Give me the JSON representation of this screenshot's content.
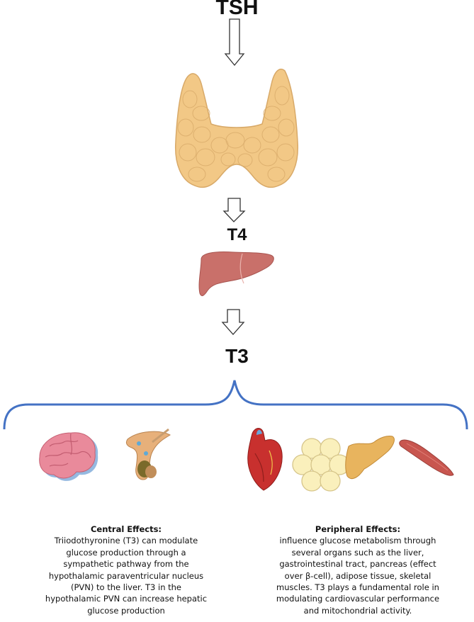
{
  "labels": {
    "tsh": "TSH",
    "t4": "T4",
    "t3": "T3"
  },
  "central": {
    "title": "Central Effects:",
    "lines": [
      "Triiodothyronine (T3) can modulate",
      "glucose production through a",
      "sympathetic pathway from the",
      "hypothalamic paraventricular nucleus",
      "(PVN) to the liver. T3 in the",
      "hypothalamic PVN can increase hepatic",
      "glucose production"
    ]
  },
  "peripheral": {
    "title": "Peripheral Effects:",
    "lines": [
      "influence glucose metabolism through",
      "several organs such as the liver,",
      "gastrointestinal tract, pancreas (effect",
      "over β-cell), adipose tissue, skeletal",
      "muscles. T3 plays a fundamental role in",
      "modulating cardiovascular performance",
      "and mitochondrial activity."
    ]
  },
  "icons": [
    "thyroid-icon",
    "liver-icon",
    "brain-icon",
    "hypothalamus-pituitary-icon",
    "heart-icon",
    "adipose-tissue-icon",
    "pancreas-icon",
    "skeletal-muscle-icon"
  ],
  "colors": {
    "brace": "#4472c4",
    "thyroid": "#f2c886",
    "liver": "#c9706a",
    "brain": "#e98a9b",
    "heart": "#c8302e",
    "fat": "#faf0bc",
    "pancreas": "#e8b45e",
    "muscle": "#c8564f"
  }
}
